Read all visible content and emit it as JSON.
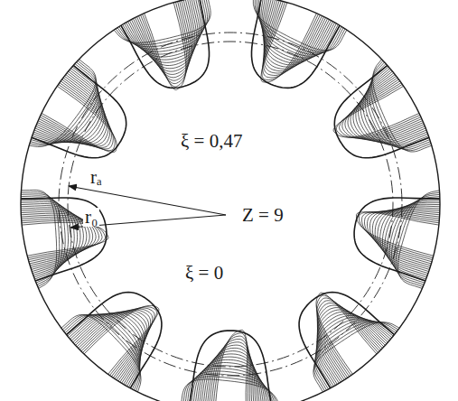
{
  "diagram": {
    "labels": [
      "ξ = 0,47",
      "rₐ",
      "r₀",
      "Z = 9",
      "ξ = 0"
    ]
  }
}
